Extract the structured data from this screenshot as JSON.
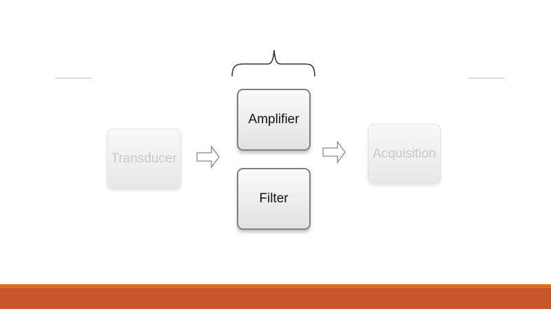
{
  "diagram": {
    "nodes": {
      "transducer": "Transducer",
      "amplifier": "Amplifier",
      "filter": "Filter",
      "acquisition": "Acquisition"
    },
    "edges": [
      {
        "from": "transducer",
        "to": "amplifier-filter-group"
      },
      {
        "from": "amplifier-filter-group",
        "to": "acquisition"
      }
    ],
    "group": [
      "amplifier",
      "filter"
    ]
  },
  "colors": {
    "footer_bar": "#c6562a",
    "footer_accent": "#d96d2c",
    "box_border": "#7d7d7d",
    "faded_text": "#c9c9c9"
  }
}
